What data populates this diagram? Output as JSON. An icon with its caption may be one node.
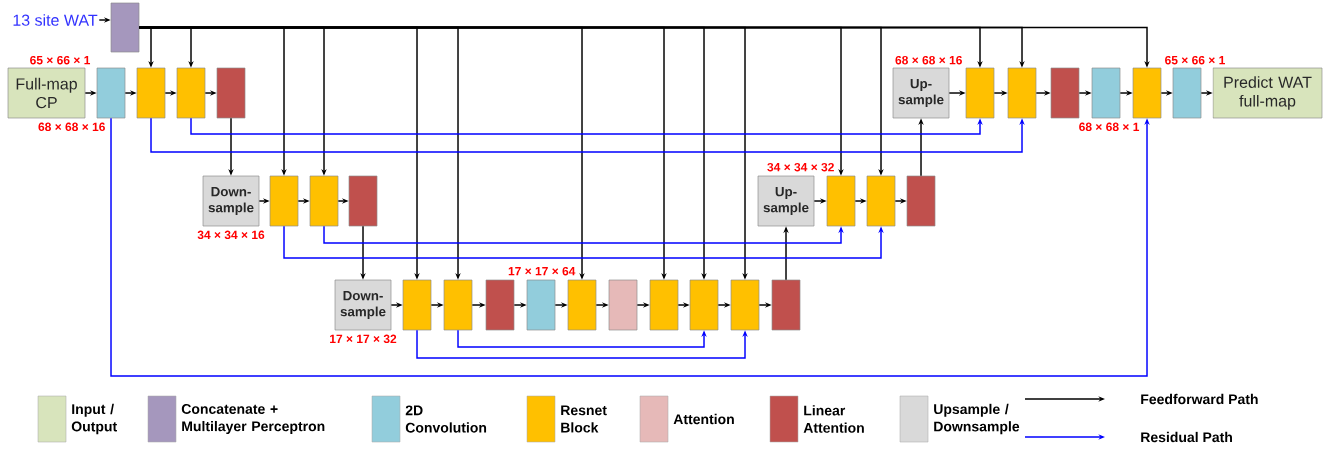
{
  "diagram": {
    "nodes": [
      {
        "text": [
          "13 site WAT"
        ]
      },
      {
        "text": [],
        "shape": "box"
      },
      {
        "text": [
          "Full-map CP"
        ]
      },
      {
        "text": [],
        "shape": "box"
      },
      {
        "text": [],
        "shape": "box"
      },
      {
        "text": [],
        "shape": "box"
      },
      {
        "text": [],
        "shape": "box"
      },
      {
        "text": [
          "Down-sample"
        ]
      },
      {
        "text": [],
        "shape": "box"
      },
      {
        "text": [],
        "shape": "box"
      },
      {
        "text": [],
        "shape": "box"
      },
      {
        "text": [
          "Down-sample"
        ]
      },
      {
        "text": [],
        "shape": "box"
      },
      {
        "text": [],
        "shape": "box"
      },
      {
        "text": [],
        "shape": "box"
      },
      {
        "text": [],
        "shape": "box"
      },
      {
        "text": [],
        "shape": "box"
      },
      {
        "text": [],
        "shape": "box"
      },
      {
        "text": [],
        "shape": "box"
      },
      {
        "text": [],
        "shape": "box"
      },
      {
        "text": [],
        "shape": "box"
      },
      {
        "text": [],
        "shape": "box"
      },
      {
        "text": [
          "Up-sample"
        ]
      },
      {
        "text": [],
        "shape": "box"
      },
      {
        "text": [],
        "shape": "box"
      },
      {
        "text": [],
        "shape": "box"
      },
      {
        "text": [
          "Up-sample"
        ]
      },
      {
        "text": [],
        "shape": "box"
      },
      {
        "text": [],
        "shape": "box"
      },
      {
        "text": [],
        "shape": "box"
      },
      {
        "text": [],
        "shape": "box"
      },
      {
        "text": [],
        "shape": "box"
      },
      {
        "text": [],
        "shape": "box"
      },
      {
        "text": [
          "Predict WAT full-map"
        ]
      }
    ],
    "edges": [
      {
        "from": 0,
        "to": 1,
        "arrow": "to"
      },
      {
        "from": 2,
        "to": 3,
        "arrow": "to"
      },
      {
        "from": 3,
        "to": 4,
        "arrow": "to"
      },
      {
        "from": 4,
        "to": 5,
        "arrow": "to"
      },
      {
        "from": 5,
        "to": 6,
        "arrow": "to"
      },
      {
        "from": 6,
        "to": 7,
        "arrow": "to"
      },
      {
        "from": 7,
        "to": 8,
        "arrow": "to"
      },
      {
        "from": 8,
        "to": 9,
        "arrow": "to"
      },
      {
        "from": 9,
        "to": 10,
        "arrow": "to"
      },
      {
        "from": 10,
        "to": 11,
        "arrow": "to"
      },
      {
        "from": 11,
        "to": 12,
        "arrow": "to"
      },
      {
        "from": 12,
        "to": 13,
        "arrow": "to"
      },
      {
        "from": 13,
        "to": 14,
        "arrow": "to"
      },
      {
        "from": 14,
        "to": 15,
        "arrow": "to"
      },
      {
        "from": 15,
        "to": 16,
        "arrow": "to"
      },
      {
        "from": 16,
        "to": 17,
        "arrow": "to"
      },
      {
        "from": 17,
        "to": 18,
        "arrow": "to"
      },
      {
        "from": 18,
        "to": 19,
        "arrow": "to"
      },
      {
        "from": 19,
        "to": 20,
        "arrow": "to"
      },
      {
        "from": 20,
        "to": 21,
        "arrow": "to"
      },
      {
        "from": 21,
        "to": 22,
        "arrow": "to"
      },
      {
        "from": 22,
        "to": 23,
        "arrow": "to"
      },
      {
        "from": 23,
        "to": 24,
        "arrow": "to"
      },
      {
        "from": 24,
        "to": 25,
        "arrow": "to"
      },
      {
        "from": 25,
        "to": 26,
        "arrow": "to"
      },
      {
        "from": 26,
        "to": 27,
        "arrow": "to"
      },
      {
        "from": 27,
        "to": 28,
        "arrow": "to"
      },
      {
        "from": 28,
        "to": 29,
        "arrow": "to"
      },
      {
        "from": 29,
        "to": 30,
        "arrow": "to"
      },
      {
        "from": 30,
        "to": 31,
        "arrow": "to"
      },
      {
        "from": 31,
        "to": 32,
        "arrow": "to"
      },
      {
        "from": 32,
        "to": 33,
        "arrow": "to"
      },
      {
        "from": 1,
        "to": 4,
        "arrow": "to"
      },
      {
        "from": 1,
        "to": 5,
        "arrow": "to"
      },
      {
        "from": 1,
        "to": 8,
        "arrow": "to"
      },
      {
        "from": 1,
        "to": 9,
        "arrow": "to"
      },
      {
        "from": 1,
        "to": 12,
        "arrow": "to"
      },
      {
        "from": 1,
        "to": 13,
        "arrow": "to"
      },
      {
        "from": 1,
        "to": 16,
        "arrow": "to"
      },
      {
        "from": 1,
        "to": 18,
        "arrow": "to"
      },
      {
        "from": 1,
        "to": 19,
        "arrow": "to"
      },
      {
        "from": 1,
        "to": 20,
        "arrow": "to"
      },
      {
        "from": 1,
        "to": 23,
        "arrow": "to"
      },
      {
        "from": 1,
        "to": 24,
        "arrow": "to"
      },
      {
        "from": 1,
        "to": 27,
        "arrow": "to"
      },
      {
        "from": 1,
        "to": 28,
        "arrow": "to"
      },
      {
        "from": 1,
        "to": 31,
        "arrow": "to"
      },
      {
        "from": 3,
        "to": 31,
        "arrow": "to",
        "color": "#0000ff"
      },
      {
        "from": 4,
        "to": 28,
        "arrow": "to",
        "color": "#0000ff"
      },
      {
        "from": 5,
        "to": 27,
        "arrow": "to",
        "color": "#0000ff"
      },
      {
        "from": 8,
        "to": 24,
        "arrow": "to",
        "color": "#0000ff"
      },
      {
        "from": 9,
        "to": 23,
        "arrow": "to",
        "color": "#0000ff"
      },
      {
        "from": 12,
        "to": 20,
        "arrow": "to",
        "color": "#0000ff"
      },
      {
        "from": 13,
        "to": 19,
        "arrow": "to",
        "color": "#0000ff"
      }
    ],
    "labels": [
      "65 × 66 × 1",
      "68 × 68 × 16",
      "65 × 66 × 1",
      "68 × 68 × 16",
      "68 × 68 × 1",
      "34 × 34 × 32",
      "34 × 34 × 16",
      "17 × 17 × 64",
      "17 × 17 × 32"
    ],
    "legend": [
      {
        "text": "Input / Output",
        "color": "#d8e4bc"
      },
      {
        "text": "Concatenate + Multilayer Perceptron",
        "color": "#a597bd"
      },
      {
        "text": "2D Convolution",
        "color": "#92cddc"
      },
      {
        "text": "Resnet Block",
        "color": "#ffc000"
      },
      {
        "text": "Attention",
        "color": "#e6b9b8"
      },
      {
        "text": "Linear Attention",
        "color": "#c0504d"
      },
      {
        "text": "Upsample / Downsample",
        "color": "#d9d9d9"
      },
      {
        "text": "Feedforward Path"
      },
      {
        "text": "Residual Path"
      }
    ]
  }
}
